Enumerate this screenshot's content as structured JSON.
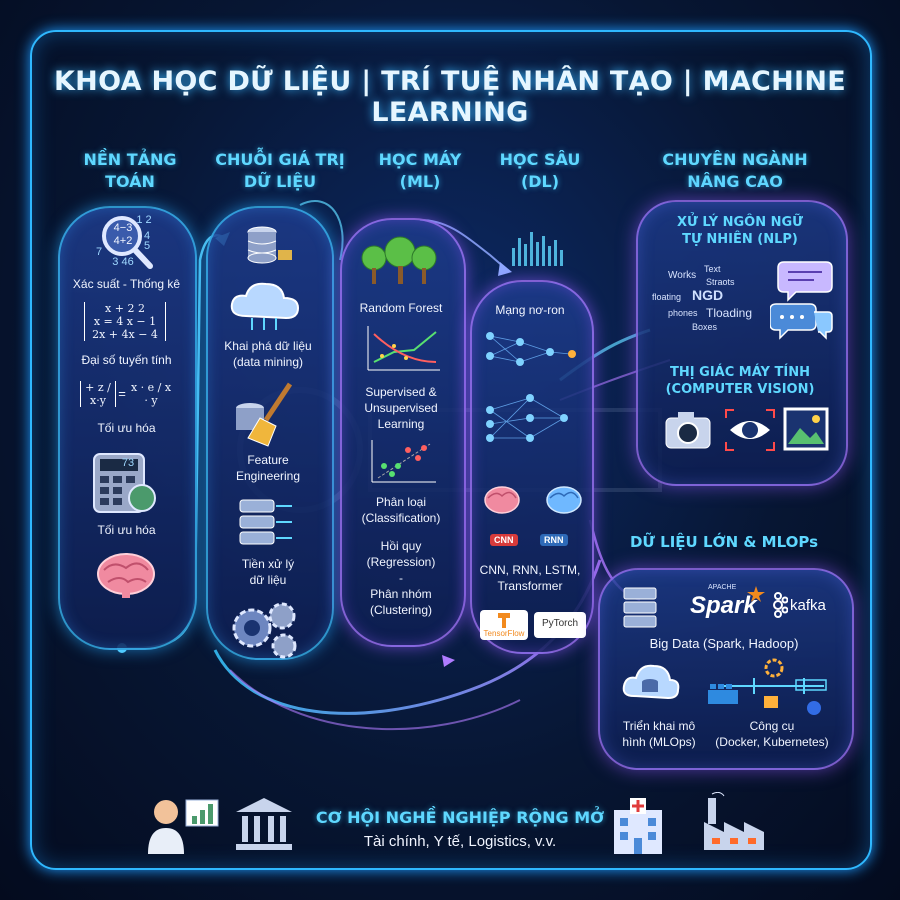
{
  "title": "KHOA HỌC DỮ LIỆU | TRÍ TUỆ NHÂN TẠO | MACHINE LEARNING",
  "columns": {
    "math": {
      "heading_l1": "NỀN TẢNG",
      "heading_l2": "TOÁN",
      "items": [
        "Xác suất - Thống kê",
        "Đại số tuyến tính",
        "Tối ưu hóa",
        "Tối ưu hóa"
      ],
      "matrix_rows": [
        "x + 2        2",
        "x = 4 x − 1",
        "2x + 4x − 4"
      ],
      "equation_left": "+ z / x·y",
      "equation_right": "x · e / x · y",
      "magnifier_digits": [
        "1 2",
        "4−3",
        "4+2",
        "7",
        "3 46",
        "4",
        "5"
      ],
      "calc_display": "73"
    },
    "data": {
      "heading_l1": "CHUỖI GIÁ TRỊ",
      "heading_l2": "DỮ LIỆU",
      "items": [
        "Khai phá dữ liệu",
        "(data mining)",
        "Feature",
        "Engineering",
        "Tiền xử lý",
        "dữ liệu"
      ]
    },
    "ml": {
      "heading_l1": "HỌC MÁY",
      "heading_l2": "(ML)",
      "items": [
        "Random Forest",
        "Supervised &",
        "Unsupervised",
        "Learning",
        "Phân loại",
        "(Classification)",
        "Hồi quy",
        "(Regression)",
        "-",
        "Phân nhóm",
        "(Clustering)"
      ]
    },
    "dl": {
      "heading_l1": "HỌC SÂU",
      "heading_l2": "(DL)",
      "items": [
        "Mạng nơ-ron",
        "CNN, RNN, LSTM,",
        "Transformer"
      ],
      "badges": [
        "CNN",
        "RNN"
      ],
      "logos": [
        "TensorFlow",
        "PyTorch"
      ]
    }
  },
  "advanced": {
    "heading_l1": "CHUYÊN NGÀNH",
    "heading_l2": "NÂNG CAO",
    "nlp_l1": "XỬ LÝ NGÔN NGỮ",
    "nlp_l2": "TỰ NHIÊN (NLP)",
    "nlp_words": [
      "Works",
      "Text",
      "Straots",
      "floating",
      "NGD",
      "phones",
      "Tloading",
      "Boxes"
    ],
    "cv_l1": "THỊ GIÁC MÁY TÍNH",
    "cv_l2": "(COMPUTER VISION)"
  },
  "bigdata": {
    "heading": "DỮ LIỆU LỚN & MLOPs",
    "spark_top": "APACHE",
    "spark": "Spark",
    "kafka": "kafka",
    "bigdata_label": "Big Data (Spark, Hadoop)",
    "mlops_l1": "Triển khai mô",
    "mlops_l2": "hình (MLOps)",
    "tools_l1": "Công cụ",
    "tools_l2": "(Docker, Kubernetes)"
  },
  "career": {
    "title": "CƠ HỘI NGHỀ NGHIỆP RỘNG MỞ",
    "subtitle": "Tài chính, Y tế, Logistics, v.v."
  },
  "colors": {
    "accent": "#5fd8ff",
    "frame": "#2fb8ff",
    "background": "#071633",
    "violet": "#a878ff"
  }
}
